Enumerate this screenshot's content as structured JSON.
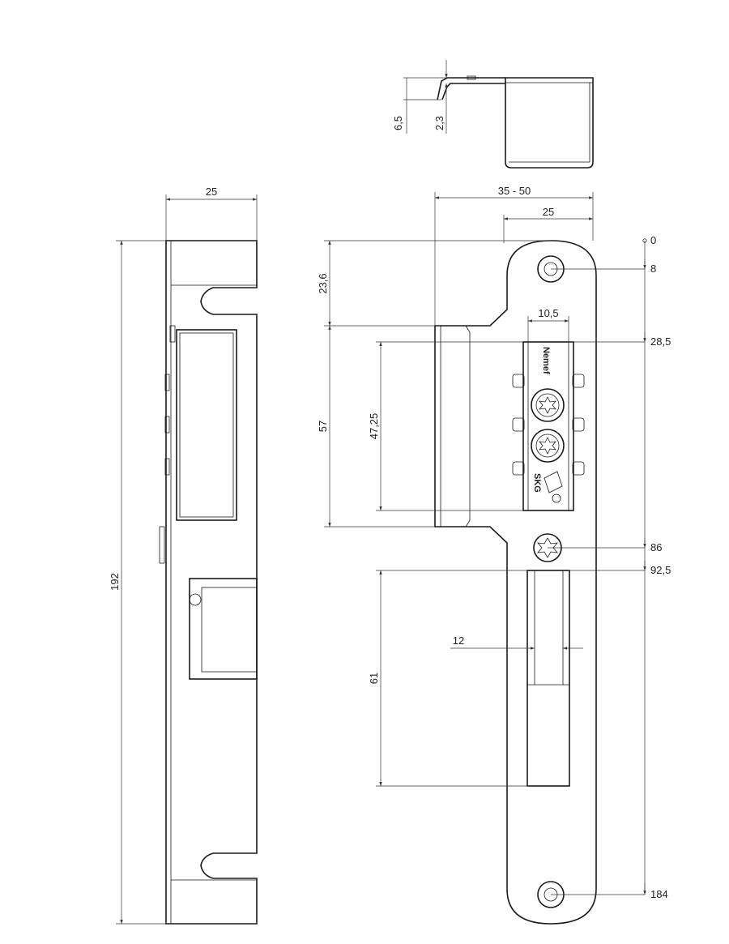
{
  "dimensions": {
    "side_width": "25",
    "side_height": "192",
    "top_offset": "6,5",
    "top_thickness": "2,3",
    "front_width_range": "35 - 50",
    "front_plate_width": "25",
    "front_lip_top": "23,6",
    "front_lip_height": "57",
    "front_inner_height": "47,25",
    "front_module_width": "10,5",
    "front_pocket_width": "12",
    "front_pocket_height": "61",
    "front_ordinate_0": "0",
    "front_ordinate_8": "8",
    "front_ordinate_28_5": "28,5",
    "front_ordinate_86": "86",
    "front_ordinate_92_5": "92,5",
    "front_ordinate_184": "184"
  },
  "brand": {
    "module_logo": "Nemef",
    "module_mark": "SKG"
  }
}
